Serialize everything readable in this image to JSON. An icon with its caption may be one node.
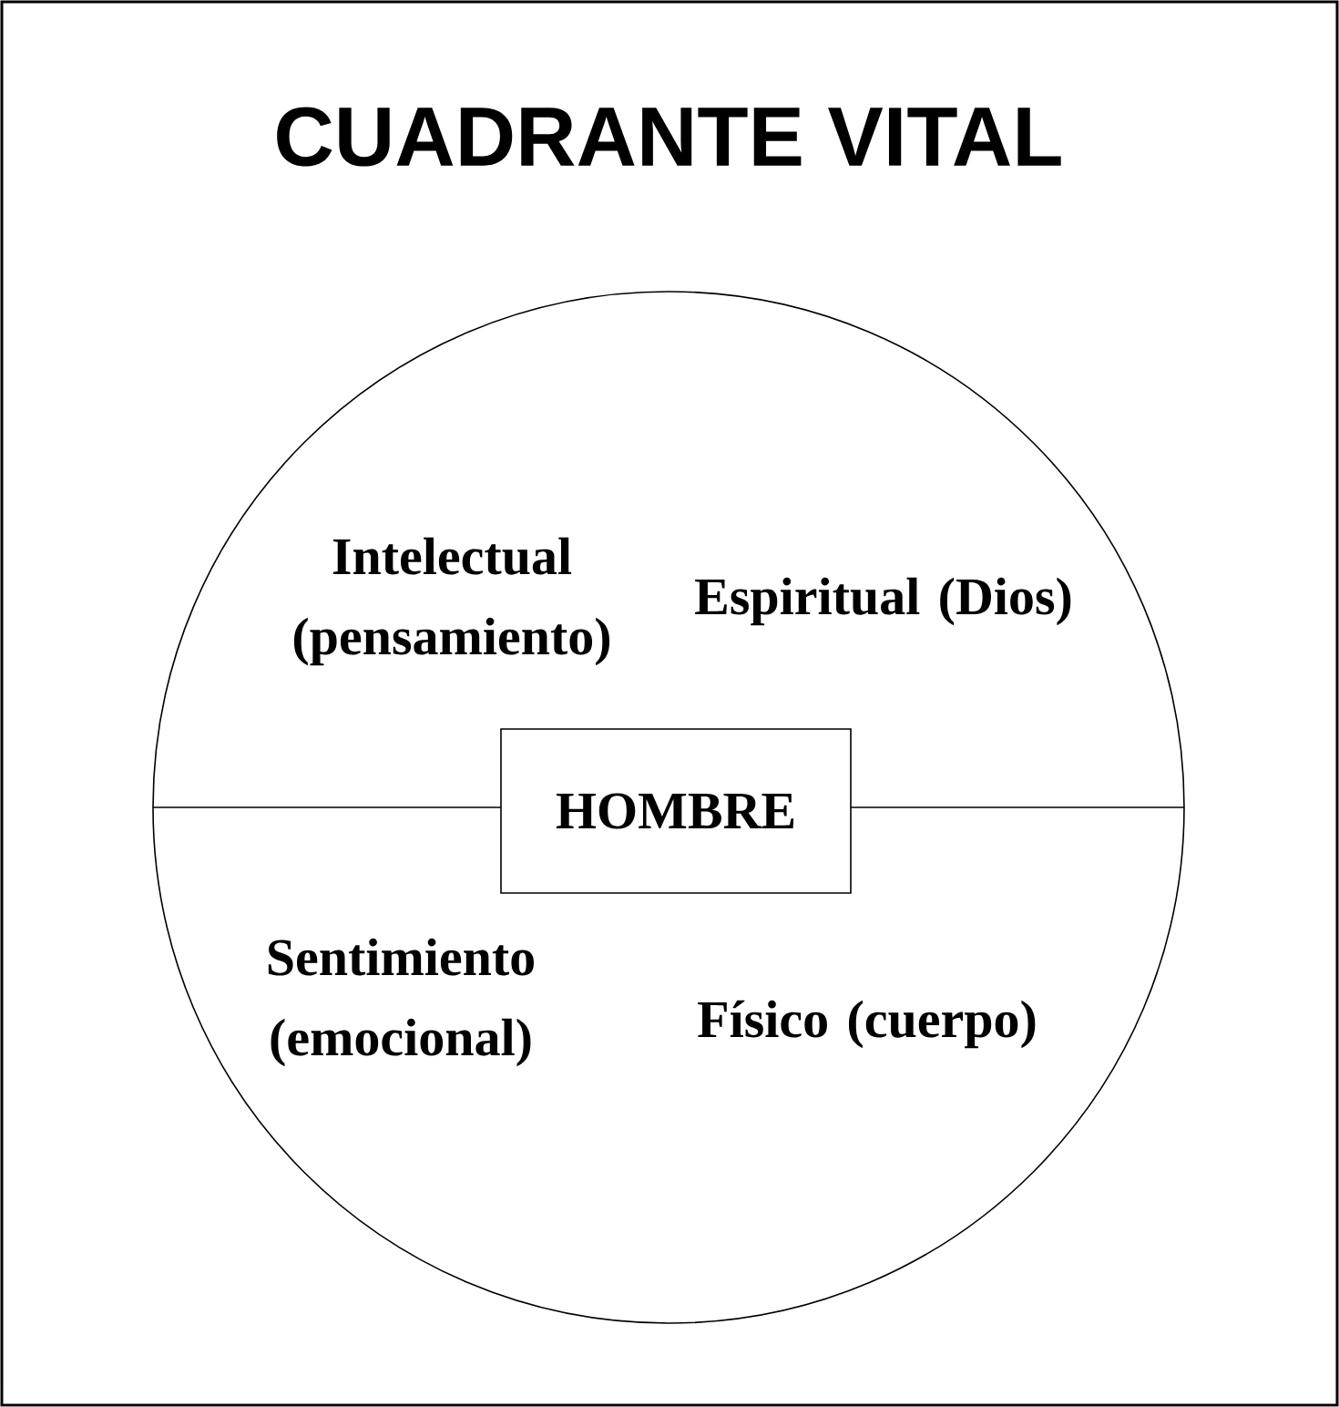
{
  "diagram": {
    "title": "CUADRANTE VITAL",
    "nodes": [
      {
        "text": [
          "Intelectual (pensamiento)",
          "Espiritual (Dios)",
          "Sentimiento (emocional)",
          "Físico (cuerpo)"
        ]
      },
      {
        "text": [
          "HOMBRE"
        ],
        "in": 0
      }
    ]
  }
}
